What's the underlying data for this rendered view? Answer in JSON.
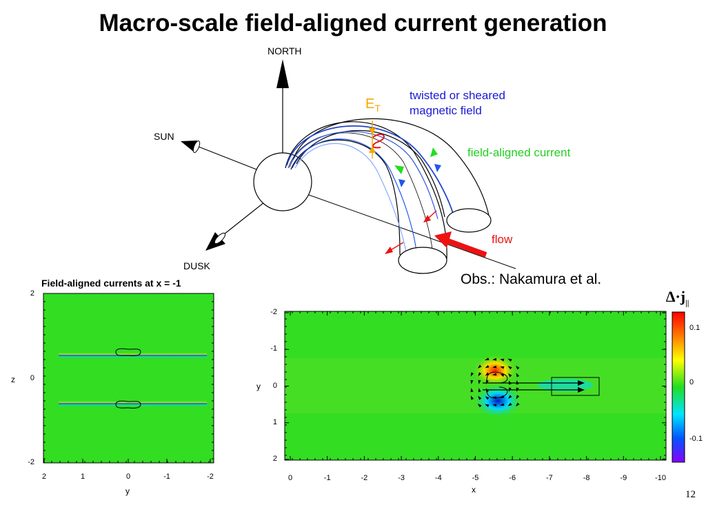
{
  "title": "Macro-scale field-aligned current generation",
  "diagram": {
    "north": "NORTH",
    "sun": "SUN",
    "dusk": "DUSK",
    "twisted_line1": "twisted or sheared",
    "twisted_line2": "magnetic field",
    "fac": "field-aligned current",
    "flow": "flow",
    "et_main": "E",
    "et_sub": "T"
  },
  "credit": "Obs.: Nakamura et al.",
  "left_plot": {
    "title": "Field-aligned currents at x = -1",
    "xlabel": "y",
    "ylabel": "z",
    "xticks": [
      "2",
      "1",
      "0",
      "-1",
      "-2"
    ],
    "yticks": [
      "2",
      "0",
      "-2"
    ]
  },
  "right_plot": {
    "xlabel": "x",
    "ylabel": "y",
    "xticks": [
      "0",
      "-1",
      "-2",
      "-3",
      "-4",
      "-5",
      "-6",
      "-7",
      "-8",
      "-9",
      "-10"
    ],
    "yticks": [
      "-2",
      "-1",
      "0",
      "1",
      "2"
    ]
  },
  "colorbar": {
    "title_symbol": "∆·j",
    "title_sub": "||",
    "ticks": [
      "0.1",
      "0",
      "-0.1"
    ],
    "colors": [
      "#ff0000",
      "#ff8c00",
      "#ffff00",
      "#22dd22",
      "#00e5ff",
      "#0055ff",
      "#8800ff"
    ]
  },
  "page_number": "12"
}
